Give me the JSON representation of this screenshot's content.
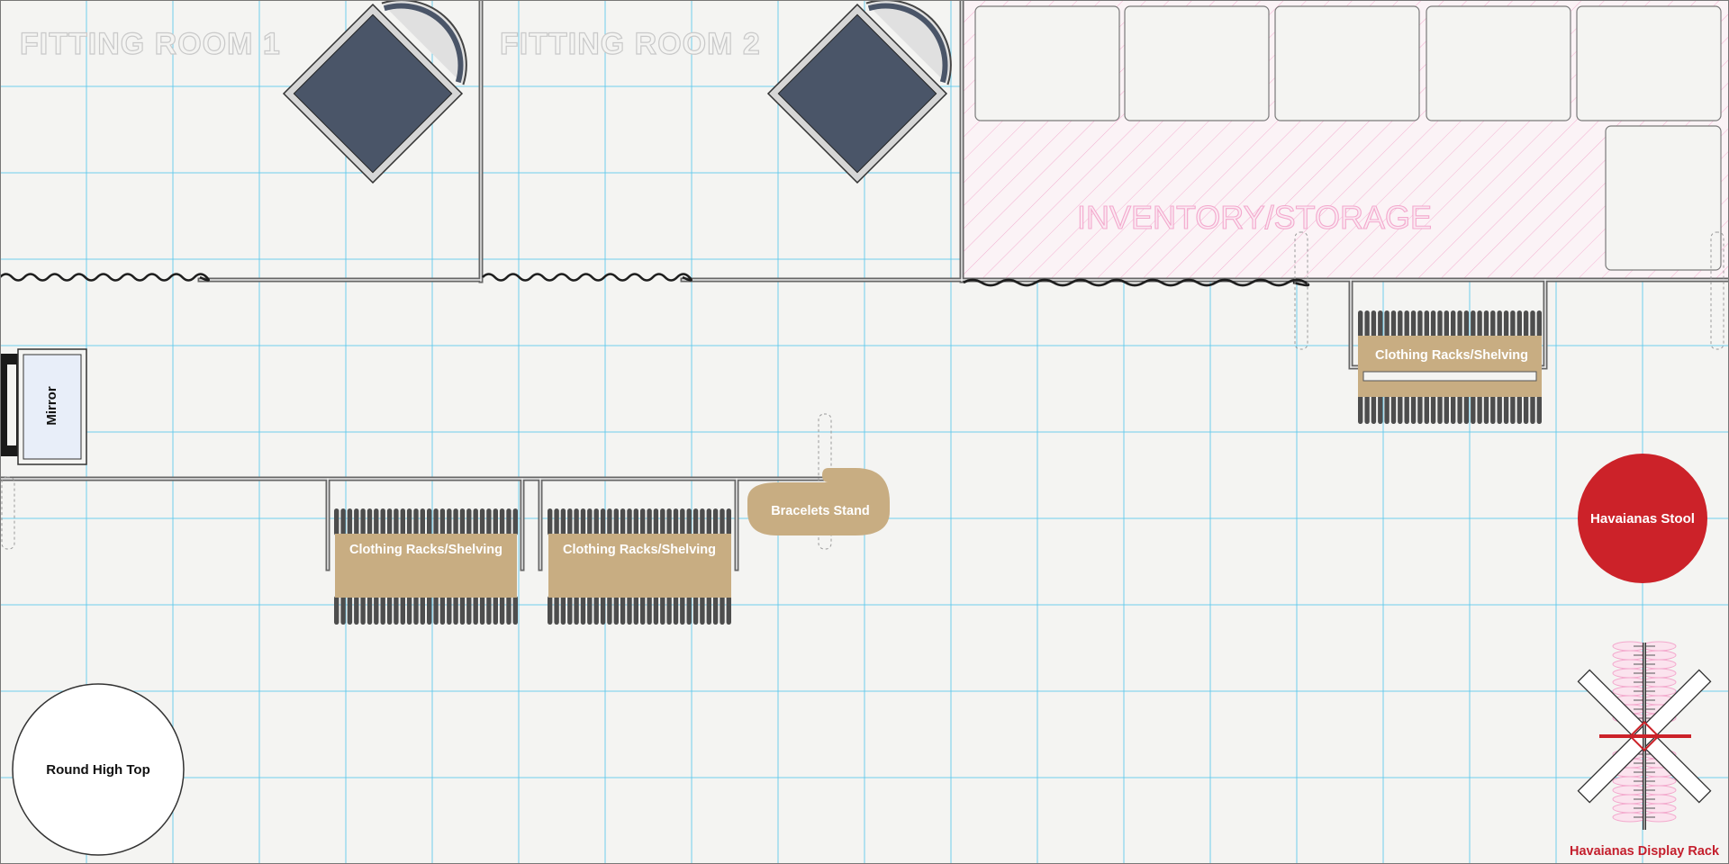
{
  "rooms": {
    "fitting_room_1": "FITTING ROOM 1",
    "fitting_room_2": "FITTING ROOM 2",
    "storage": "INVENTORY/STORAGE"
  },
  "furniture": {
    "mirror": "Mirror",
    "rack_top_right": "Clothing Racks/Shelving",
    "rack_left": "Clothing Racks/Shelving",
    "rack_center": "Clothing Racks/Shelving",
    "bracelets_stand": "Bracelets Stand",
    "stool": "Havaianas Stool",
    "round_table": "Round High Top",
    "display_rack": "Havaianas Display Rack"
  },
  "colors": {
    "grid": "#5bc8ec",
    "background": "#f4f4f2",
    "wall": "#666666",
    "chair_seat": "#4a5568",
    "rack_fill": "#c8ad82",
    "rack_rail": "#4d4d4d",
    "stool": "#cc2229",
    "storage_hatch": "#f3a9cd",
    "display_rack_label": "#c41f2d"
  }
}
